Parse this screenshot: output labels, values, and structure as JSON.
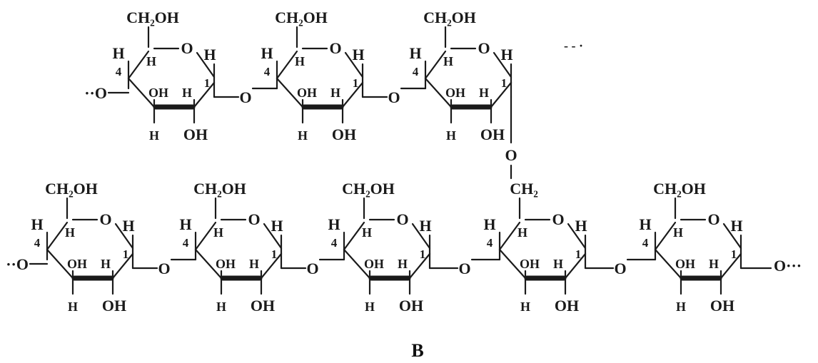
{
  "figure": {
    "caption": "B",
    "colors": {
      "ink": "#1a1a1a",
      "background": "#ffffff"
    }
  },
  "labels": {
    "ch2oh": "CH₂OH",
    "ch2": "CH₂",
    "oh": "OH",
    "h": "H",
    "o": "O",
    "c4": "4",
    "c1": "1",
    "chain_start": "··O",
    "chain_end": "O···",
    "trail": "- - ·"
  },
  "top_chain": {
    "residue_count": 3,
    "linkage": "1→4",
    "branch_from_residue": 3
  },
  "bottom_chain": {
    "residue_count": 5,
    "linkage": "1→4",
    "branch_to_residue": 4,
    "branch_position": "6-CH₂"
  }
}
